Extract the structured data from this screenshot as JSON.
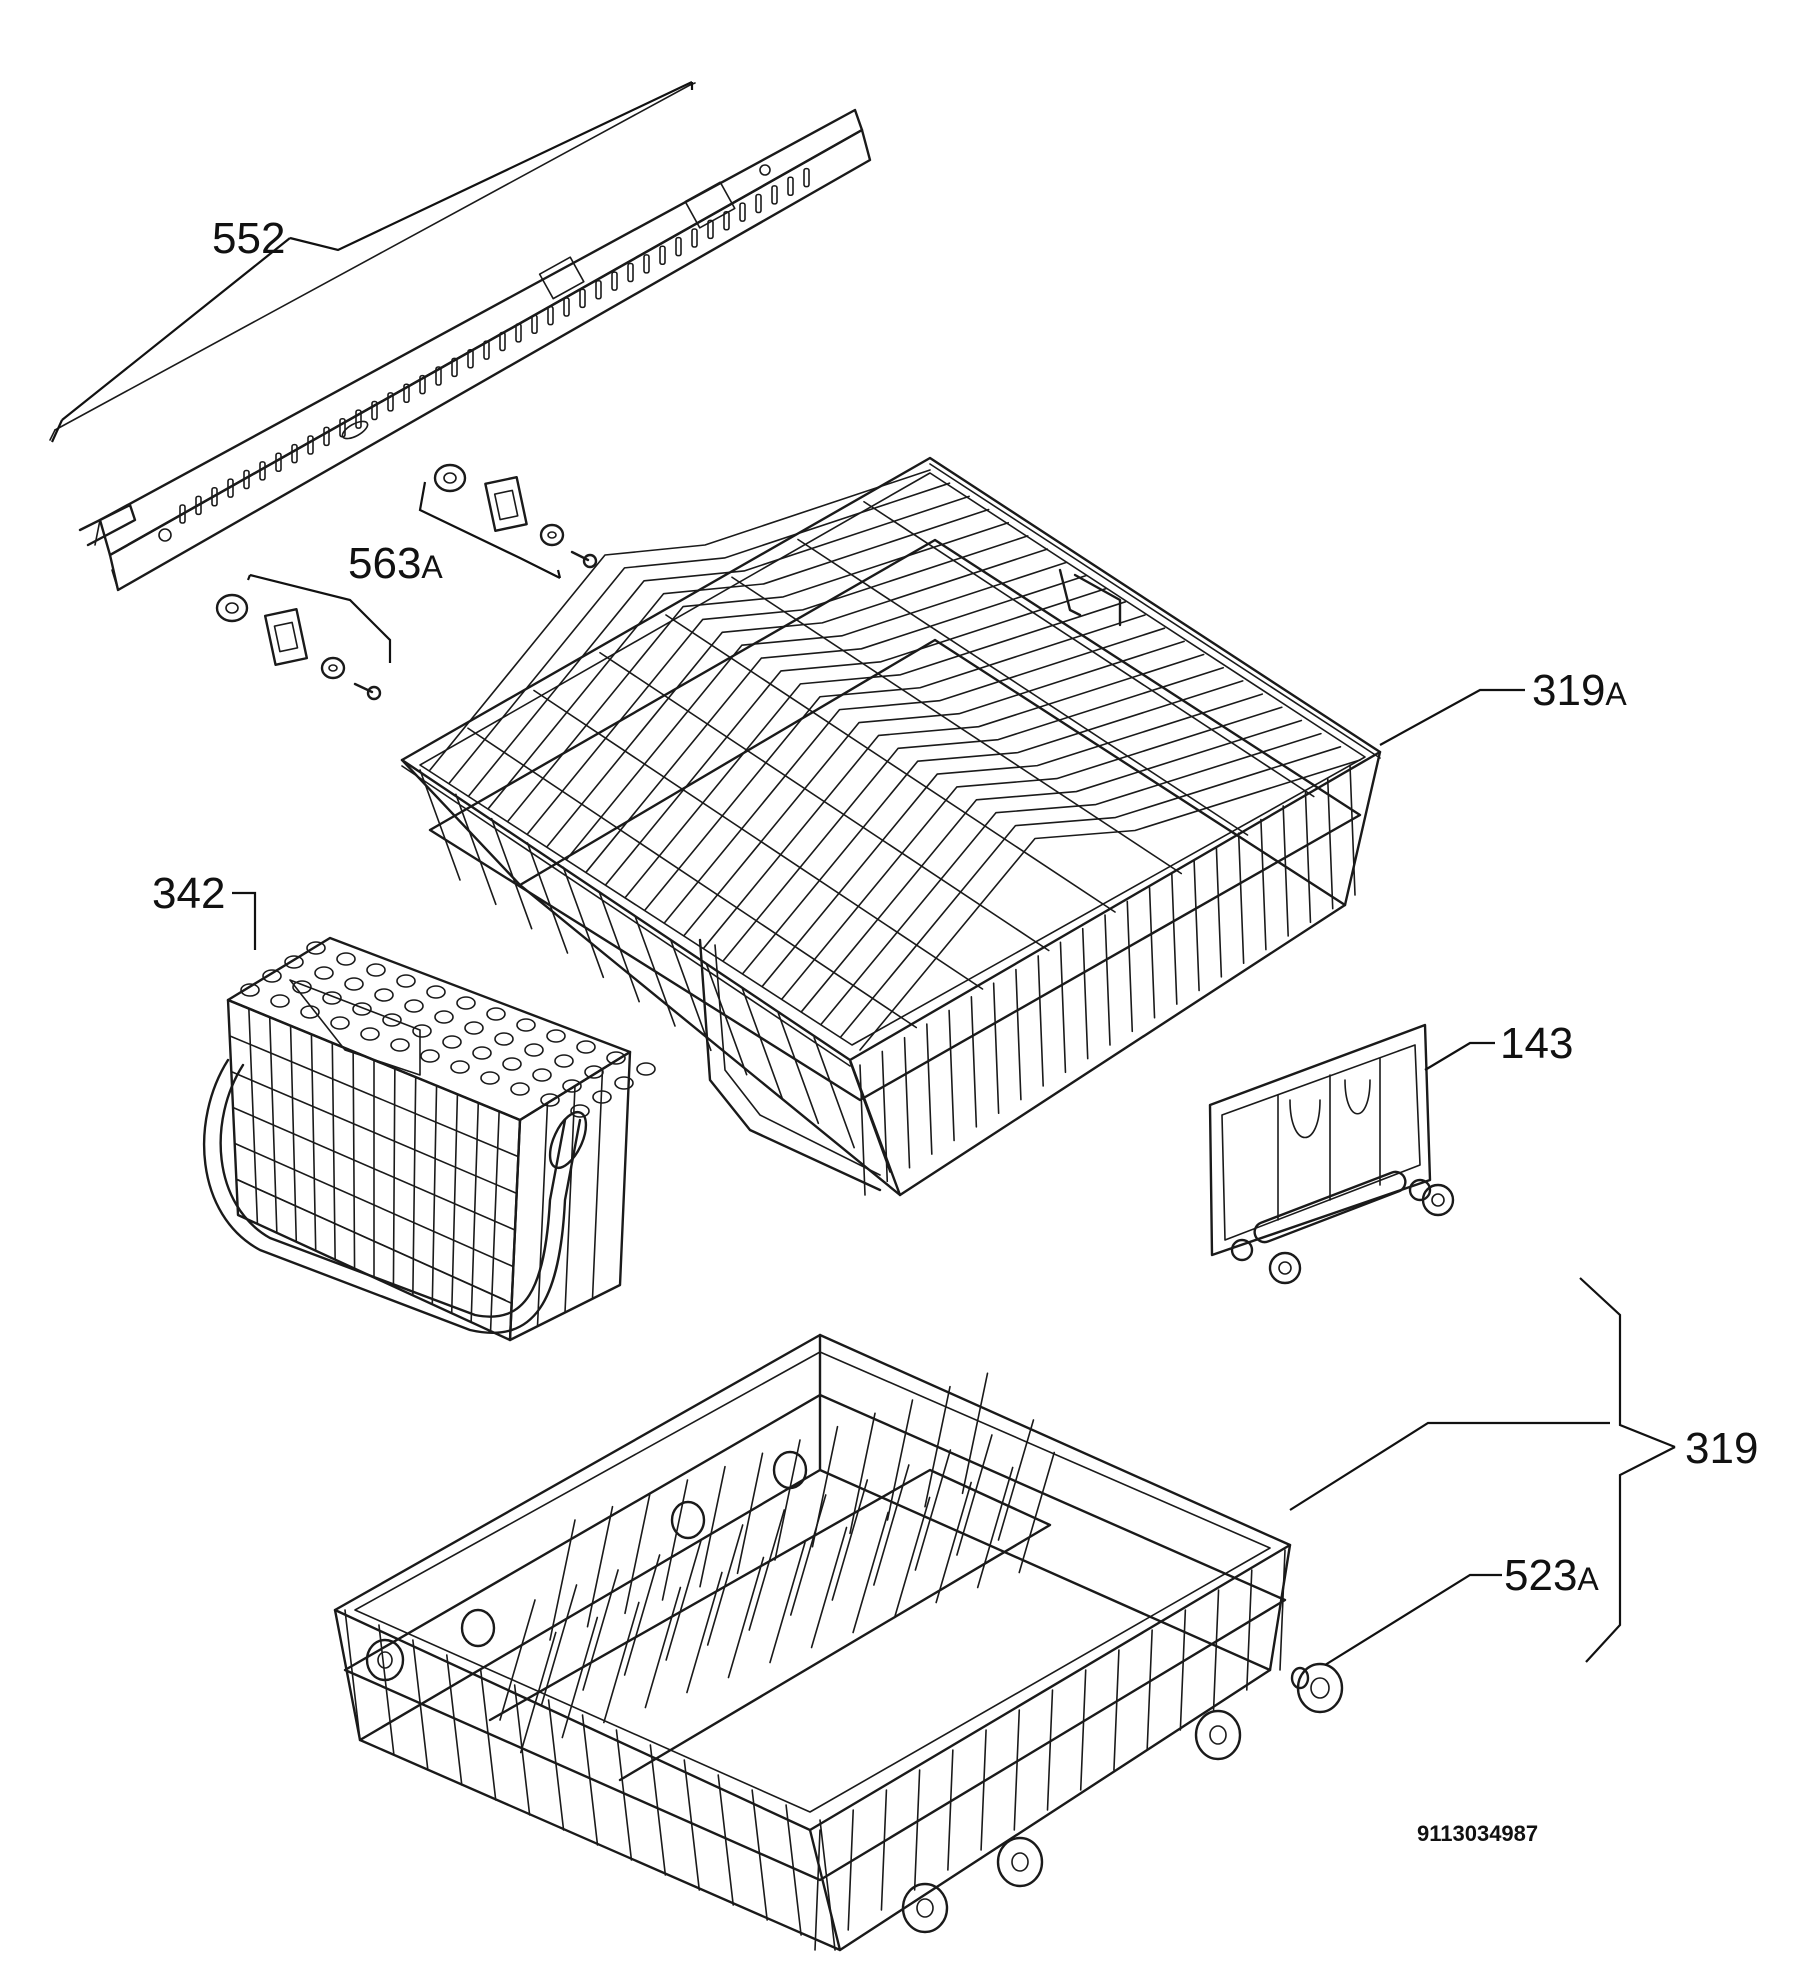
{
  "labels": {
    "l552": "552",
    "l563a_num": "563",
    "l563a_suffix": "A",
    "l319a_num": "319",
    "l319a_suffix": "A",
    "l342": "342",
    "l143": "143",
    "l319": "319",
    "l523a_num": "523",
    "l523a_suffix": "A"
  },
  "drawing_code": "9113034987"
}
